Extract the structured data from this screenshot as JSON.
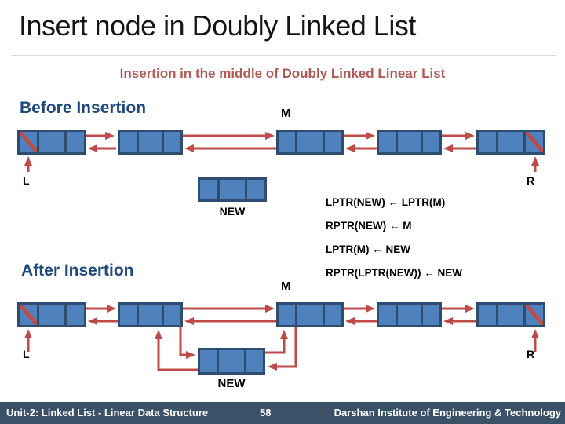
{
  "slide": {
    "title": "Insert node in Doubly Linked List",
    "subtitle": "Insertion in the middle of Doubly Linked Linear List"
  },
  "before": {
    "heading": "Before Insertion",
    "label_m": "M",
    "label_l": "L",
    "label_r": "R",
    "label_new": "NEW"
  },
  "after": {
    "heading": "After Insertion",
    "label_m": "M",
    "label_l": "L",
    "label_r": "R",
    "label_new": "NEW"
  },
  "operations": [
    "LPTR(NEW) ← LPTR(M)",
    "RPTR(NEW) ← M",
    "LPTR(M) ← NEW",
    "RPTR(LPTR(NEW)) ← NEW"
  ],
  "footer": {
    "unit": "Unit-2: Linked List - Linear Data Structure",
    "page": "58",
    "institute": "Darshan Institute of Engineering & Technology"
  },
  "colors": {
    "node_fill": "#4f81bd",
    "node_border": "#2e4d70",
    "arrow": "#be4b48",
    "heading": "#1f497d",
    "subtitle": "#b25955",
    "footer_bg": "#3a5168",
    "footer_text": "#ffffff"
  }
}
